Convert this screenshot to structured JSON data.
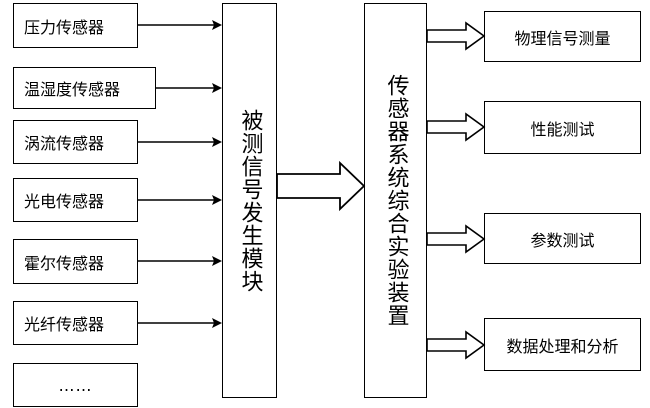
{
  "sensors": [
    {
      "label": "压力传感器"
    },
    {
      "label": "温湿度传感器"
    },
    {
      "label": "涡流传感器"
    },
    {
      "label": "光电传感器"
    },
    {
      "label": "霍尔传感器"
    },
    {
      "label": "光纤传感器"
    },
    {
      "label": "……"
    }
  ],
  "generator": {
    "label": "被测信号发生模块"
  },
  "device": {
    "label": "传感器系统综合实验装置"
  },
  "outputs": [
    {
      "label": "物理信号测量"
    },
    {
      "label": "性能测试"
    },
    {
      "label": "参数测试"
    },
    {
      "label": "数据处理和分析"
    }
  ]
}
